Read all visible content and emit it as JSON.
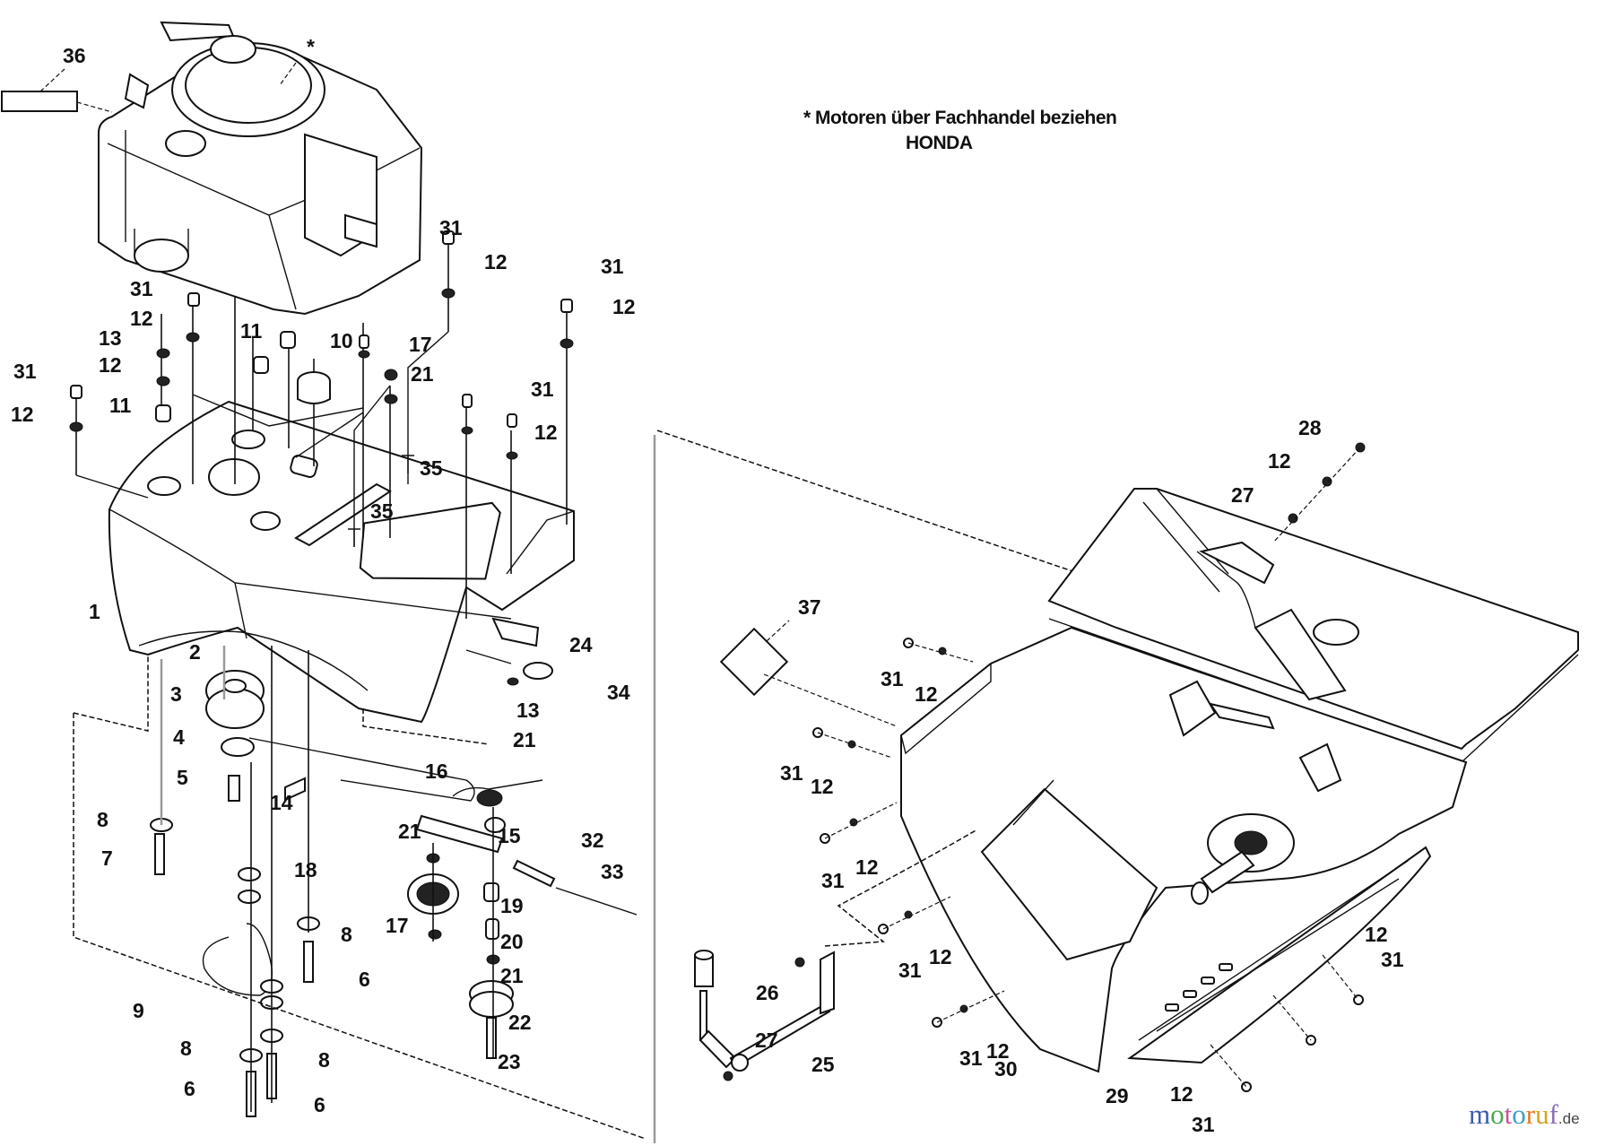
{
  "diagram": {
    "title_note": {
      "line1": "* Motoren über Fachhandel beziehen",
      "line2": "HONDA"
    },
    "engine_marker": "*",
    "logo": {
      "letters": [
        "m",
        "o",
        "t",
        "o",
        "r",
        "u",
        "f"
      ],
      "letter_colors": [
        "#3b5aa8",
        "#4aa84a",
        "#c94f9c",
        "#3aa0c8",
        "#e2782a",
        "#d9a21c",
        "#8a6fb8"
      ],
      "tld": ".de"
    },
    "callouts": [
      {
        "id": "c36",
        "label": "36"
      },
      {
        "id": "c31a",
        "label": "31"
      },
      {
        "id": "c12a",
        "label": "12"
      },
      {
        "id": "c31b",
        "label": "31"
      },
      {
        "id": "c12b",
        "label": "12"
      },
      {
        "id": "c31c",
        "label": "31"
      },
      {
        "id": "c12c",
        "label": "12"
      },
      {
        "id": "c13a",
        "label": "13"
      },
      {
        "id": "c12d",
        "label": "12"
      },
      {
        "id": "c11a",
        "label": "11"
      },
      {
        "id": "c31d",
        "label": "31"
      },
      {
        "id": "c12e",
        "label": "12"
      },
      {
        "id": "c11b",
        "label": "11"
      },
      {
        "id": "c10",
        "label": "10"
      },
      {
        "id": "c17a",
        "label": "17"
      },
      {
        "id": "c21a",
        "label": "21"
      },
      {
        "id": "c31e",
        "label": "31"
      },
      {
        "id": "c12f",
        "label": "12"
      },
      {
        "id": "c35a",
        "label": "35"
      },
      {
        "id": "c35b",
        "label": "35"
      },
      {
        "id": "c1",
        "label": "1"
      },
      {
        "id": "c2",
        "label": "2"
      },
      {
        "id": "c3",
        "label": "3"
      },
      {
        "id": "c4",
        "label": "4"
      },
      {
        "id": "c5",
        "label": "5"
      },
      {
        "id": "c14",
        "label": "14"
      },
      {
        "id": "c24",
        "label": "24"
      },
      {
        "id": "c34",
        "label": "34"
      },
      {
        "id": "c13b",
        "label": "13"
      },
      {
        "id": "c21b",
        "label": "21"
      },
      {
        "id": "c16",
        "label": "16"
      },
      {
        "id": "c15",
        "label": "15"
      },
      {
        "id": "c21c",
        "label": "21"
      },
      {
        "id": "c32",
        "label": "32"
      },
      {
        "id": "c33",
        "label": "33"
      },
      {
        "id": "c18",
        "label": "18"
      },
      {
        "id": "c19",
        "label": "19"
      },
      {
        "id": "c17b",
        "label": "17"
      },
      {
        "id": "c20",
        "label": "20"
      },
      {
        "id": "c21d",
        "label": "21"
      },
      {
        "id": "c22",
        "label": "22"
      },
      {
        "id": "c23",
        "label": "23"
      },
      {
        "id": "c8a",
        "label": "8"
      },
      {
        "id": "c7",
        "label": "7"
      },
      {
        "id": "c8b",
        "label": "8"
      },
      {
        "id": "c6a",
        "label": "6"
      },
      {
        "id": "c9",
        "label": "9"
      },
      {
        "id": "c8c",
        "label": "8"
      },
      {
        "id": "c8d",
        "label": "8"
      },
      {
        "id": "c6b",
        "label": "6"
      },
      {
        "id": "c6c",
        "label": "6"
      },
      {
        "id": "c28",
        "label": "28"
      },
      {
        "id": "c12g",
        "label": "12"
      },
      {
        "id": "c27a",
        "label": "27"
      },
      {
        "id": "c37",
        "label": "37"
      },
      {
        "id": "c31f",
        "label": "31"
      },
      {
        "id": "c12h",
        "label": "12"
      },
      {
        "id": "c31g",
        "label": "31"
      },
      {
        "id": "c12i",
        "label": "12"
      },
      {
        "id": "c31h",
        "label": "31"
      },
      {
        "id": "c12j",
        "label": "12"
      },
      {
        "id": "c31i",
        "label": "31"
      },
      {
        "id": "c12k",
        "label": "12"
      },
      {
        "id": "c31j",
        "label": "31"
      },
      {
        "id": "c12l",
        "label": "12"
      },
      {
        "id": "c26",
        "label": "26"
      },
      {
        "id": "c27b",
        "label": "27"
      },
      {
        "id": "c25",
        "label": "25"
      },
      {
        "id": "c30",
        "label": "30"
      },
      {
        "id": "c29",
        "label": "29"
      },
      {
        "id": "c12m",
        "label": "12"
      },
      {
        "id": "c31k",
        "label": "31"
      },
      {
        "id": "c12n",
        "label": "12"
      },
      {
        "id": "c31l",
        "label": "31"
      }
    ]
  }
}
